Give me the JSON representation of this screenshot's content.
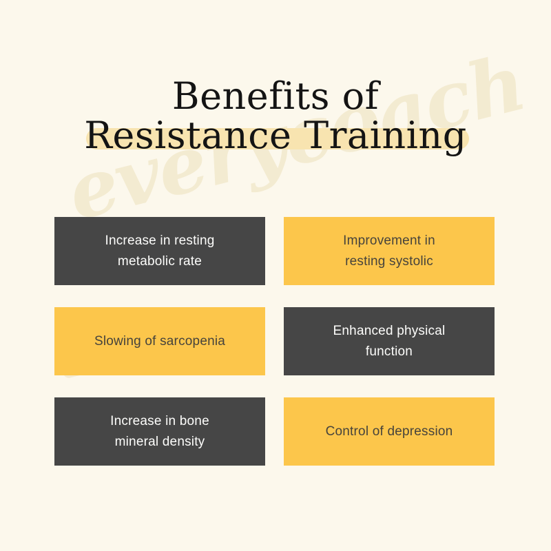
{
  "poster": {
    "background_color": "#fcf8ec",
    "title": {
      "line1": "Benefits of",
      "line2": "Resistance Training",
      "full": "Benefits of Resistance Training",
      "text_color": "#141414",
      "highlight_color": "#f8e4b0"
    },
    "watermark": {
      "text": "everycoach",
      "color": "#caa94a",
      "logo_icon": "everycoach-logo-icon"
    },
    "palette": {
      "dark_box": "#464646",
      "yellow_box": "#fcc64b",
      "dark_box_text": "#fdfdfb",
      "yellow_box_text": "#46433c"
    },
    "benefits": [
      {
        "id": "resting-metabolic-rate",
        "text": "Increase in resting\nmetabolic rate",
        "style": "dark",
        "column": "left",
        "row": 1
      },
      {
        "id": "resting-systolic",
        "text": "Improvement in\nresting systolic",
        "style": "yellow",
        "column": "right",
        "row": 1
      },
      {
        "id": "slowing-sarcopenia",
        "text": "Slowing of sarcopenia",
        "style": "yellow",
        "column": "left",
        "row": 2
      },
      {
        "id": "physical-function",
        "text": "Enhanced physical\nfunction",
        "style": "dark",
        "column": "right",
        "row": 2
      },
      {
        "id": "bone-mineral-density",
        "text": "Increase in bone\nmineral density",
        "style": "dark",
        "column": "left",
        "row": 3
      },
      {
        "id": "control-depression",
        "text": "Control of depression",
        "style": "yellow",
        "column": "right",
        "row": 3
      }
    ]
  }
}
